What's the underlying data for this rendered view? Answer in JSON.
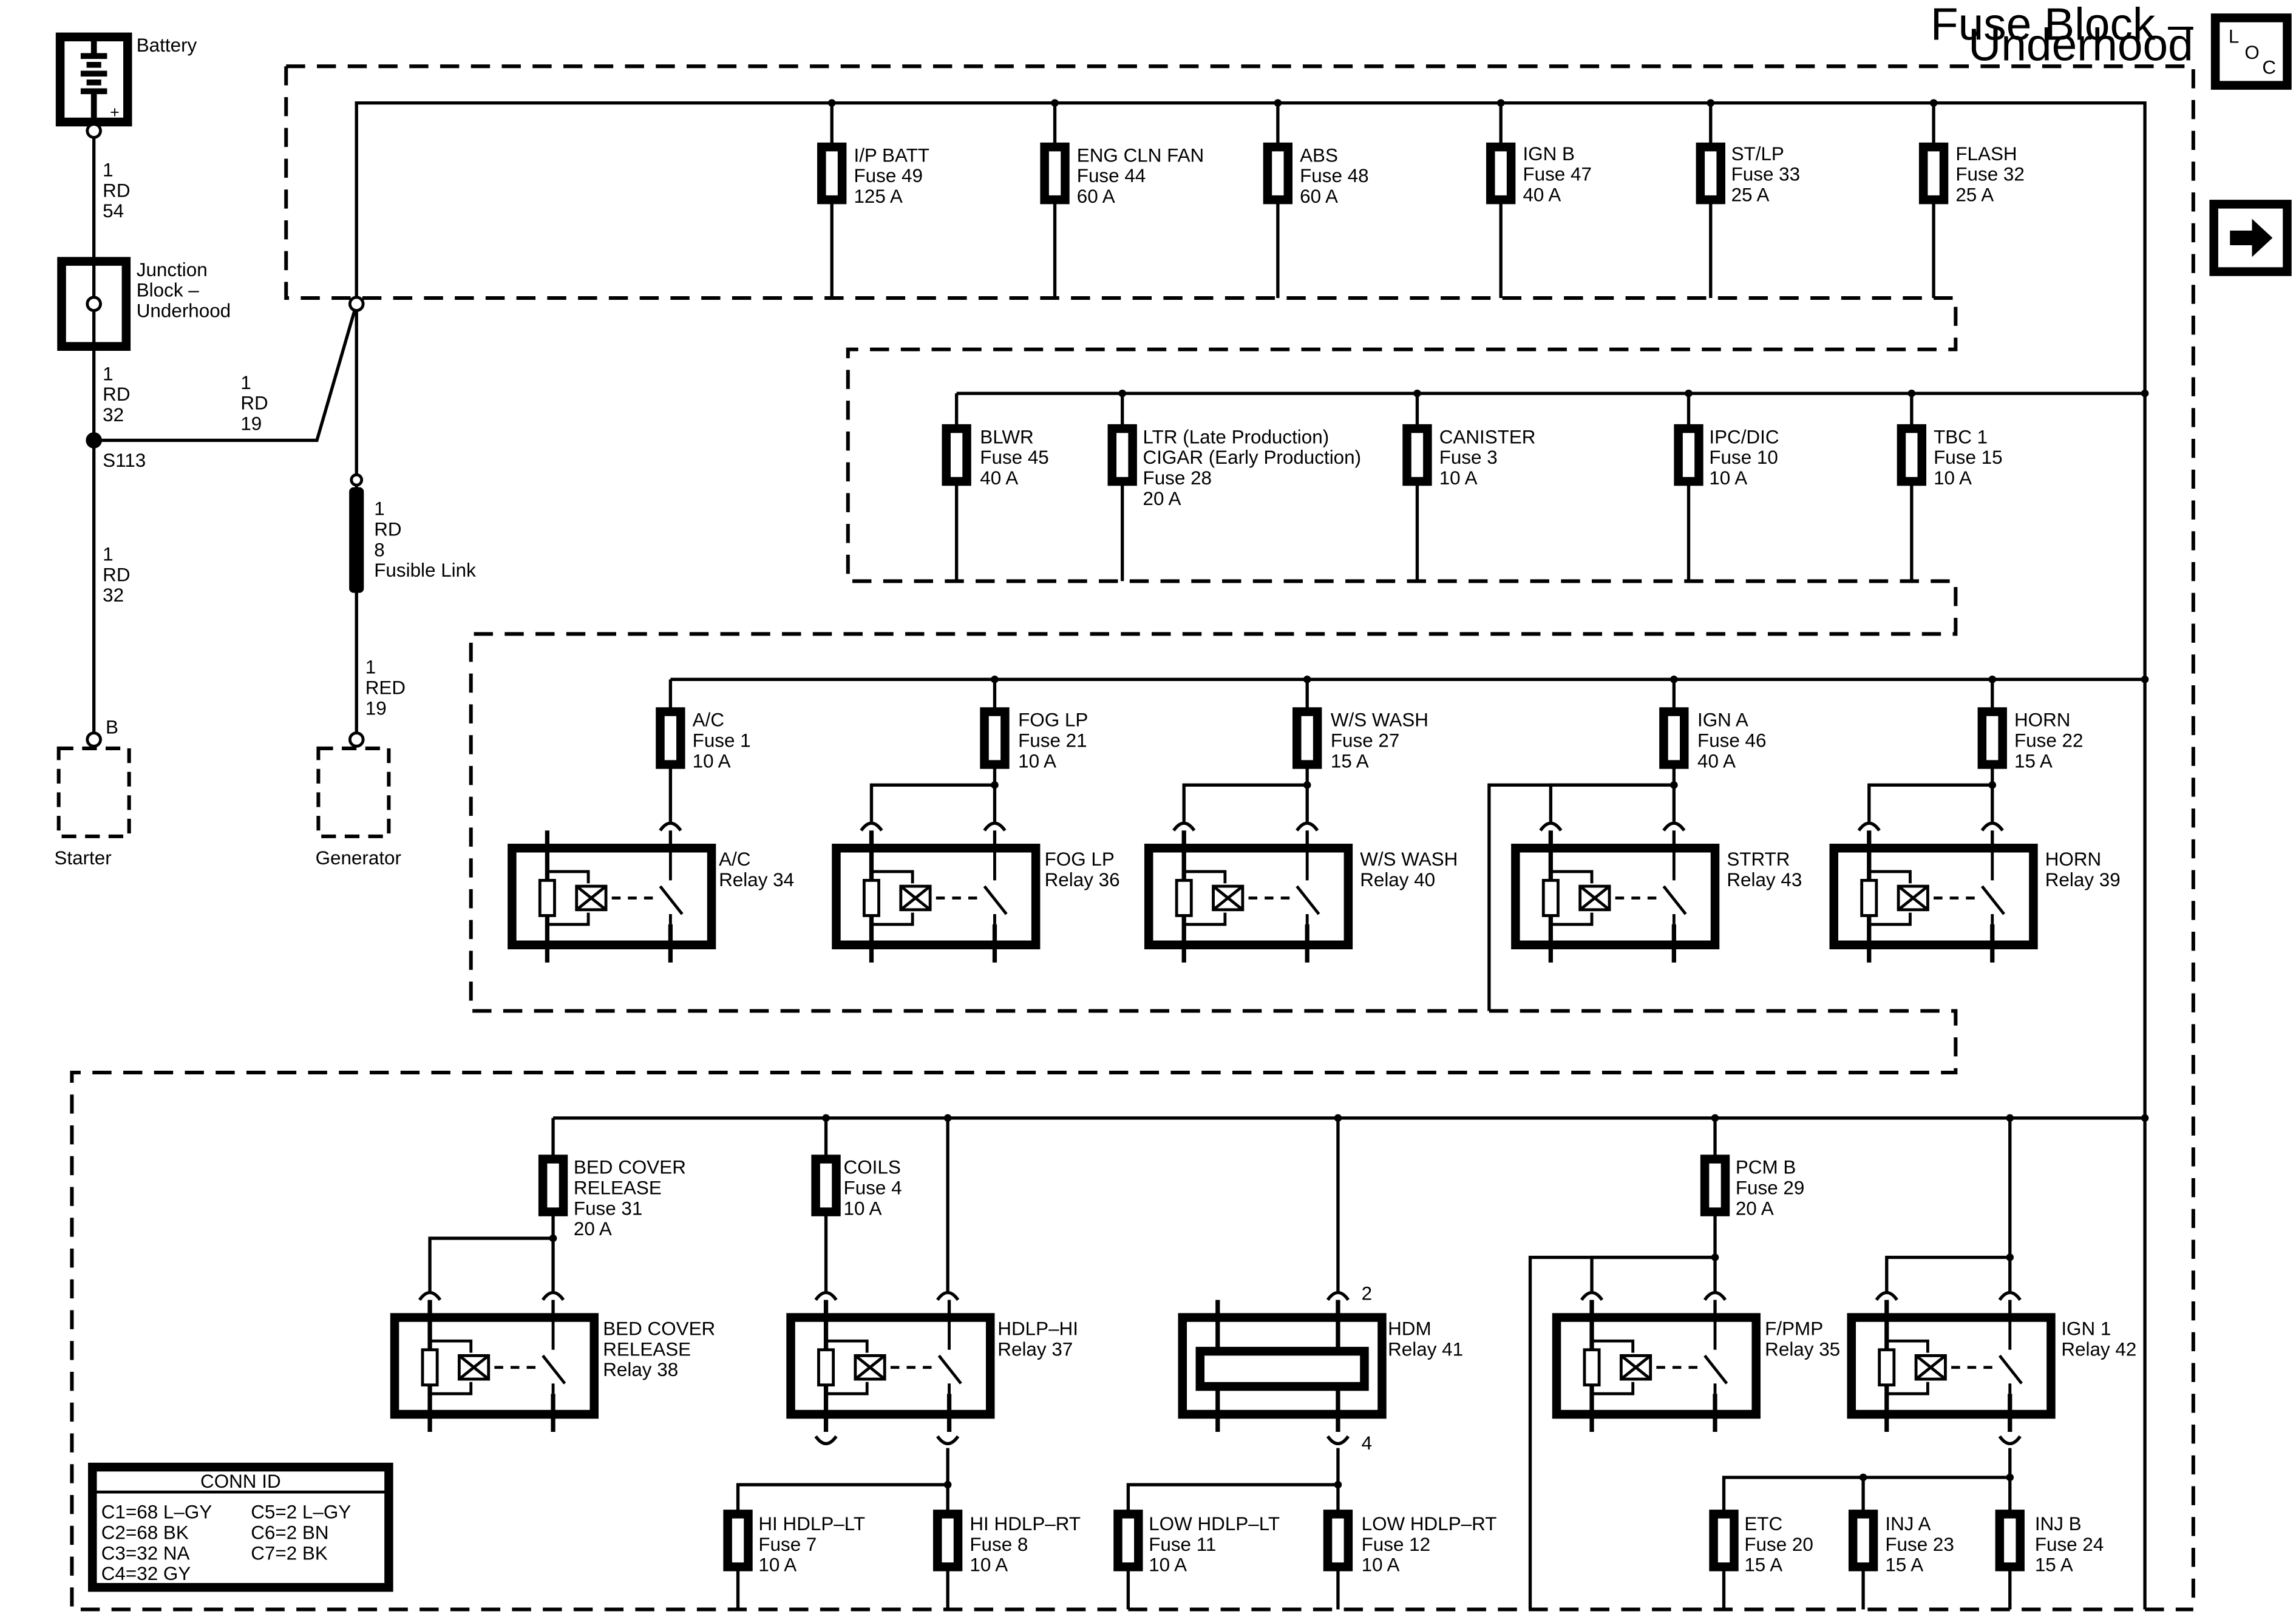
{
  "header": {
    "fuse_block": [
      "Fuse Block –",
      "Underhood"
    ],
    "loc_icon": "loc-icon",
    "next_icon": "arrow-right-icon"
  },
  "battery": {
    "label": "Battery",
    "plus": "+"
  },
  "junction_block": [
    "Junction",
    "Block –",
    "Underhood"
  ],
  "splice": "S113",
  "starter": {
    "pin": "B",
    "label": "Starter"
  },
  "generator": {
    "label": "Generator"
  },
  "wires": {
    "bat_to_jb": [
      "1",
      "RD",
      "54"
    ],
    "jb_to_splice": [
      "1",
      "RD",
      "32"
    ],
    "splice_to_fb": [
      "1",
      "RD",
      "19"
    ],
    "splice_to_starter": [
      "1",
      "RD",
      "32"
    ],
    "fusible_link": [
      "1",
      "RD",
      "8",
      "Fusible Link"
    ],
    "to_generator": [
      "1",
      "RED",
      "19"
    ]
  },
  "fuses": {
    "ip_batt": [
      "I/P BATT",
      "Fuse 49",
      "125 A"
    ],
    "eng_cln_fan": [
      "ENG CLN FAN",
      "Fuse 44",
      "60 A"
    ],
    "abs": [
      "ABS",
      "Fuse 48",
      "60 A"
    ],
    "ign_b": [
      "IGN B",
      "Fuse 47",
      "40 A"
    ],
    "st_lp": [
      "ST/LP",
      "Fuse 33",
      "25 A"
    ],
    "flash": [
      "FLASH",
      "Fuse 32",
      "25 A"
    ],
    "blwr": [
      "BLWR",
      "Fuse 45",
      "40 A"
    ],
    "ltr": [
      "LTR (Late Production)",
      "CIGAR (Early Production)",
      "Fuse 28",
      "20 A"
    ],
    "canister": [
      "CANISTER",
      "Fuse 3",
      "10 A"
    ],
    "ipc_dic": [
      "IPC/DIC",
      "Fuse 10",
      "10 A"
    ],
    "tbc1": [
      "TBC 1",
      "Fuse 15",
      "10 A"
    ],
    "ac": [
      "A/C",
      "Fuse 1",
      "10 A"
    ],
    "fog_lp": [
      "FOG LP",
      "Fuse 21",
      "10 A"
    ],
    "ws_wash": [
      "W/S WASH",
      "Fuse 27",
      "15 A"
    ],
    "ign_a": [
      "IGN A",
      "Fuse 46",
      "40 A"
    ],
    "horn": [
      "HORN",
      "Fuse 22",
      "15 A"
    ],
    "bed_cover": [
      "BED COVER",
      "RELEASE",
      "Fuse 31",
      "20 A"
    ],
    "coils": [
      "COILS",
      "Fuse 4",
      "10 A"
    ],
    "pcm_b": [
      "PCM B",
      "Fuse 29",
      "20 A"
    ],
    "hi_hdlp_lt": [
      "HI HDLP–LT",
      "Fuse 7",
      "10 A"
    ],
    "hi_hdlp_rt": [
      "HI HDLP–RT",
      "Fuse 8",
      "10 A"
    ],
    "low_hdlp_lt": [
      "LOW HDLP–LT",
      "Fuse 11",
      "10 A"
    ],
    "low_hdlp_rt": [
      "LOW HDLP–RT",
      "Fuse 12",
      "10 A"
    ],
    "etc": [
      "ETC",
      "Fuse 20",
      "15 A"
    ],
    "inj_a": [
      "INJ A",
      "Fuse 23",
      "15 A"
    ],
    "inj_b": [
      "INJ B",
      "Fuse 24",
      "15 A"
    ]
  },
  "relays": {
    "ac": [
      "A/C",
      "Relay 34"
    ],
    "fog_lp": [
      "FOG LP",
      "Relay 36"
    ],
    "ws_wash": [
      "W/S WASH",
      "Relay 40"
    ],
    "strtr": [
      "STRTR",
      "Relay 43"
    ],
    "horn": [
      "HORN",
      "Relay 39"
    ],
    "bed_cover": [
      "BED COVER",
      "RELEASE",
      "Relay 38"
    ],
    "hdlp_hi": [
      "HDLP–HI",
      "Relay 37"
    ],
    "hdm": [
      "HDM",
      "Relay 41"
    ],
    "fpmp": [
      "F/PMP",
      "Relay 35"
    ],
    "ign1": [
      "IGN 1",
      "Relay 42"
    ]
  },
  "hdm_pins": {
    "top": "2",
    "bottom": "4"
  },
  "conn_id": {
    "title": "CONN ID",
    "rows": [
      [
        "C1=68 L–GY",
        "C5=2 L–GY"
      ],
      [
        "C2=68 BK",
        "C6=2 BN"
      ],
      [
        "C3=32 NA",
        "C7=2 BK"
      ],
      [
        "C4=32 GY",
        ""
      ]
    ]
  }
}
